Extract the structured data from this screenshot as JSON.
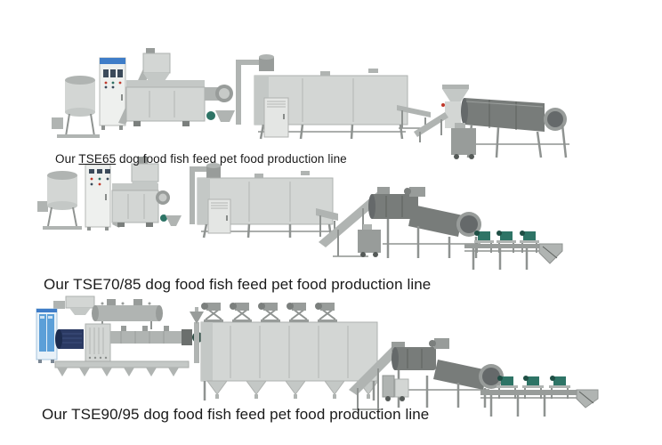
{
  "lines": [
    {
      "model": "TSE65",
      "caption_prefix": "Our ",
      "caption_suffix": " dog food fish feed pet food production line",
      "caption": "Our TSE65 dog food fish feed pet food production line"
    },
    {
      "model": "TSE70/85",
      "caption_prefix": "Our ",
      "caption_suffix": " dog food fish feed pet food production line",
      "caption": "Our TSE70/85 dog food fish feed pet food production line"
    },
    {
      "model": "TSE90/95",
      "caption_prefix": "Our ",
      "caption_suffix": " dog food fish feed pet food production line",
      "caption": "Our TSE90/95 dog food fish feed pet food production line"
    }
  ],
  "colors": {
    "background": "#ffffff",
    "caption_text": "#1a1a1a",
    "machine_light_gray": "#d3d6d4",
    "machine_mid_gray": "#b0b4b2",
    "drum_gray": "#787c7a",
    "cabinet_blue_accent": "#3f7dc8",
    "cabinet_blue_panel": "#5b9fd8",
    "motor_navy": "#2b3a63",
    "small_machine_green": "#2e7466"
  }
}
